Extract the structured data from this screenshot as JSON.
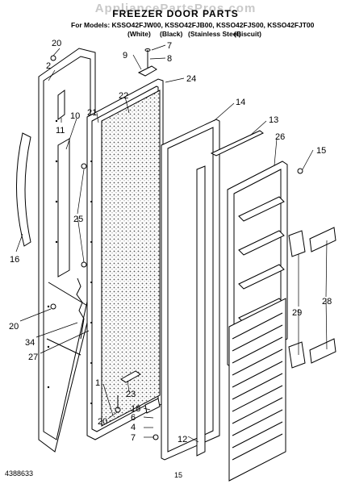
{
  "header": {
    "watermark": "AppliancePartsPros.com",
    "title": "FREEZER DOOR PARTS",
    "models_label": "For Models: KSSO42FJW00, KSSO42FJB00, KSSO42FJS00, KSSO42FJT00",
    "colors": [
      "(White)",
      "(Black)",
      "(Stainless Steel)",
      "(Biscuit)"
    ]
  },
  "callouts": [
    "20",
    "2",
    "11",
    "10",
    "25",
    "16",
    "20",
    "34",
    "27",
    "9",
    "7",
    "8",
    "21",
    "24",
    "22",
    "14",
    "13",
    "26",
    "15",
    "28",
    "29",
    "1",
    "23",
    "20",
    "18",
    "6",
    "4",
    "7",
    "12"
  ],
  "footer": {
    "doc_number": "4388633",
    "page_number": "15"
  }
}
